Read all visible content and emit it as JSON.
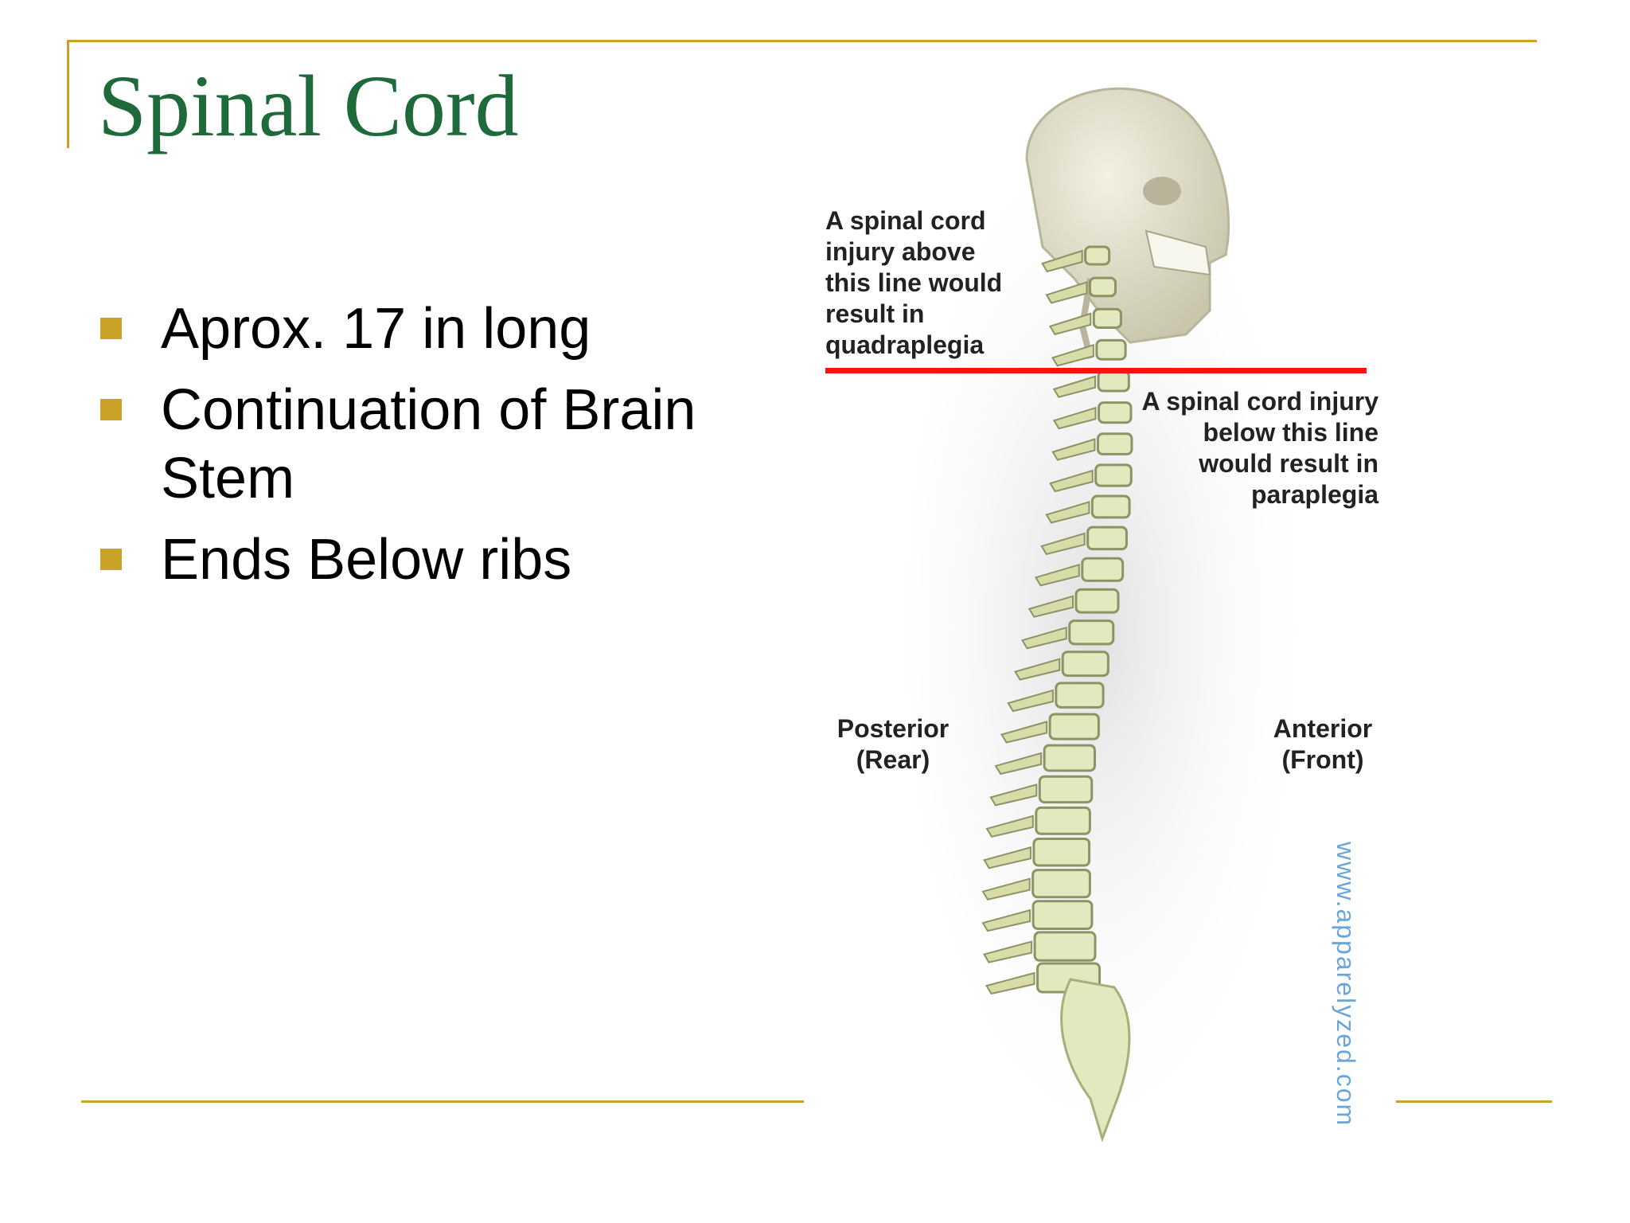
{
  "slide": {
    "title": "Spinal Cord",
    "bullets": [
      "Aprox. 17 in long",
      "Continuation of Brain Stem",
      "Ends Below ribs"
    ]
  },
  "figure": {
    "label_above": "A spinal cord injury above this line would result in quadraplegia",
    "label_below": "A spinal cord injury below this line would result in paraplegia",
    "label_posterior": "Posterior (Rear)",
    "label_anterior": "Anterior (Front)",
    "watermark": "www.apparelyzed.com",
    "injury_line_color": "#ff1111",
    "bone_color": "#e4e8bf"
  },
  "colors": {
    "accent": "#c9a227",
    "title": "#1e6a3b"
  }
}
